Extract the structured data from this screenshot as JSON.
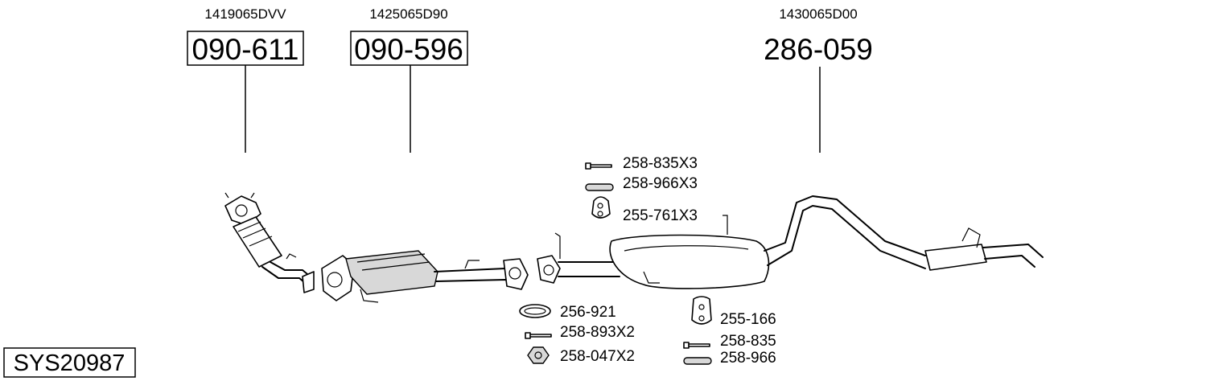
{
  "diagram_code": "SYS20987",
  "main_parts": [
    {
      "oe_number": "1419065DVV",
      "part_number": "090-611",
      "boxed": true
    },
    {
      "oe_number": "1425065D90",
      "part_number": "090-596",
      "boxed": true
    },
    {
      "oe_number": "1430065D00",
      "part_number": "286-059",
      "boxed": false
    }
  ],
  "accessories": [
    {
      "label": "258-835X3",
      "icon": "bolt-icon"
    },
    {
      "label": "258-966X3",
      "icon": "sleeve-icon"
    },
    {
      "label": "255-761X3",
      "icon": "rubber-hanger-icon"
    },
    {
      "label": "256-921",
      "icon": "gasket-ring-icon"
    },
    {
      "label": "258-893X2",
      "icon": "bolt-icon"
    },
    {
      "label": "258-047X2",
      "icon": "nut-icon"
    },
    {
      "label": "255-166",
      "icon": "rubber-mount-icon"
    },
    {
      "label": "258-835",
      "icon": "bolt-icon"
    },
    {
      "label": "258-966",
      "icon": "sleeve-icon"
    }
  ]
}
